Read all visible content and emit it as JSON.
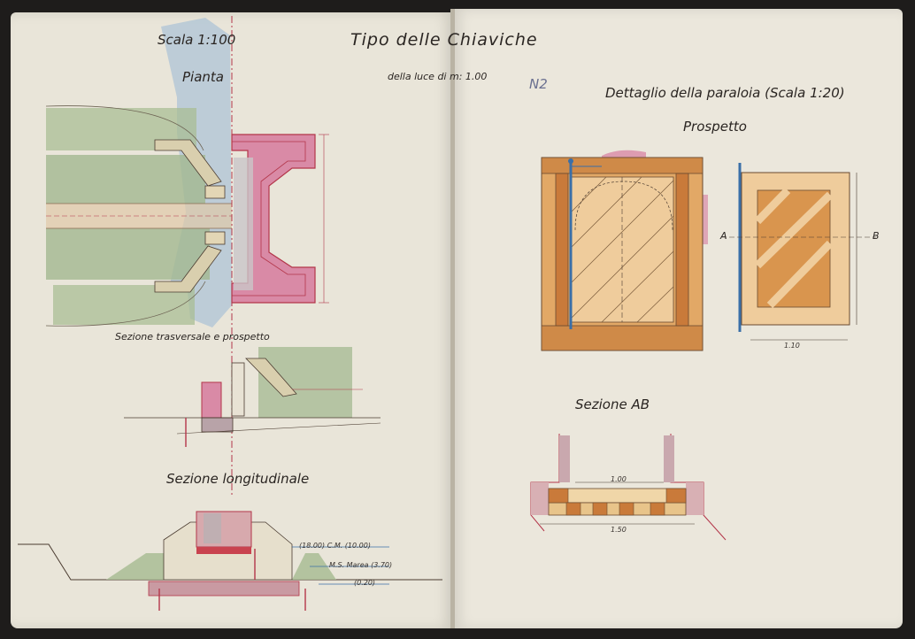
{
  "left": {
    "scale": "Scala 1:100",
    "title": "Tipo delle Chiaviche",
    "subtitle": "della luce di m: 1.00",
    "pianta": "Pianta",
    "sez_trasversale": "Sezione trasversale e prospetto",
    "sez_longitudinale": "Sezione longitudinale",
    "levels": {
      "l1": "(18.00) C.M. (10.00)",
      "l2": "M.S. Marea (3.70)",
      "l3": "(0.20)"
    }
  },
  "right": {
    "sheet_no": "N2",
    "dettaglio": "Dettaglio della paraloia (Scala 1:20)",
    "prospetto": "Prospetto",
    "sezione_ab": "Sezione AB",
    "label_a": "A",
    "label_b": "B",
    "dim_1_00": "1.00",
    "dim_1_50": "1.50",
    "dim_1_10": "1.10"
  },
  "colors": {
    "water": "#a9c2d6",
    "grass": "#9fb58f",
    "masonry": "#d98aa6",
    "wood": "#e2a866",
    "wood_dark": "#c97a3a",
    "ink": "#2a2522",
    "redline": "#b3364a"
  }
}
